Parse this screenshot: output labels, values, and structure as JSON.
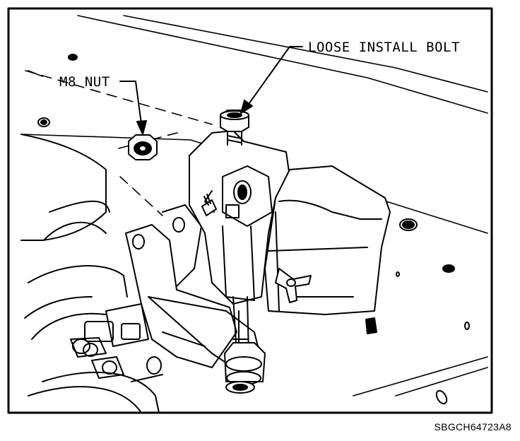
{
  "callouts": {
    "loose_install_bolt": "LOOSE INSTALL BOLT",
    "m8_nut": "M8 NUT"
  },
  "figure_code": "SBGCH64723A8",
  "colors": {
    "ink": "#000000",
    "paper": "#ffffff"
  }
}
